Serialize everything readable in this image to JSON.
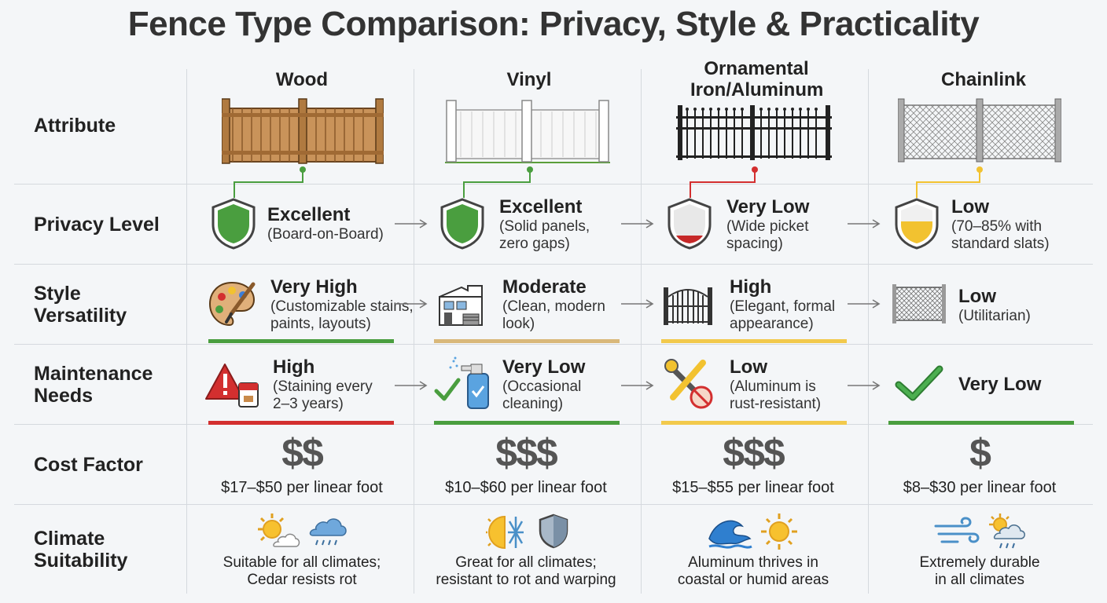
{
  "title": "Fence Type Comparison: Privacy, Style & Practicality",
  "columns": [
    {
      "name": "Wood",
      "fence_icon": "wood-fence-icon"
    },
    {
      "name": "Vinyl",
      "fence_icon": "vinyl-fence-icon"
    },
    {
      "name": "Ornamental Iron/Aluminum",
      "fence_icon": "iron-fence-icon"
    },
    {
      "name": "Chainlink",
      "fence_icon": "chainlink-fence-icon"
    }
  ],
  "rows": {
    "attribute": "Attribute",
    "privacy": "Privacy Level",
    "style": "Style Versatility",
    "maintenance": "Maintenance Needs",
    "cost": "Cost Factor",
    "climate": "Climate Suitability"
  },
  "privacy": [
    {
      "level": "Excellent",
      "detail": "(Board-on-Board)",
      "color": "#4a9e3f",
      "fill": 1.0
    },
    {
      "level": "Excellent",
      "detail": "(Solid panels,\nzero gaps)",
      "color": "#4a9e3f",
      "fill": 1.0
    },
    {
      "level": "Very Low",
      "detail": "(Wide picket\nspacing)",
      "color": "#d32f2f",
      "fill": 0.15
    },
    {
      "level": "Low",
      "detail": "(70–85% with\nstandard slats)",
      "color": "#f2c230",
      "fill": 0.6
    }
  ],
  "style": [
    {
      "level": "Very High",
      "detail": "(Customizable stains,\npaints, layouts)",
      "icon": "palette-icon",
      "bar_color": "#4a9e3f"
    },
    {
      "level": "Moderate",
      "detail": "(Clean, modern\nlook)",
      "icon": "modern-house-icon",
      "bar_color": "#d9b87a"
    },
    {
      "level": "High",
      "detail": "(Elegant, formal\nappearance)",
      "icon": "ornate-gate-icon",
      "bar_color": "#f2c94c"
    },
    {
      "level": "Low",
      "detail": "(Utilitarian)",
      "icon": "chainlink-panel-icon",
      "bar_color": ""
    }
  ],
  "maintenance": [
    {
      "level": "High",
      "detail": "(Staining every\n2–3 years)",
      "icon": "warning-paint-icon",
      "bar_color": "#d32f2f"
    },
    {
      "level": "Very Low",
      "detail": "(Occasional\ncleaning)",
      "icon": "spray-bottle-icon",
      "bar_color": "#4a9e3f"
    },
    {
      "level": "Low",
      "detail": "(Aluminum is\nrust-resistant)",
      "icon": "wrench-no-rust-icon",
      "bar_color": "#f2c94c"
    },
    {
      "level": "Very Low",
      "detail": "",
      "icon": "checkmark-icon",
      "bar_color": "#4a9e3f"
    }
  ],
  "cost": [
    {
      "symbol": "$$",
      "price": "$17–$50 per linear foot"
    },
    {
      "symbol": "$$$",
      "price": "$10–$60 per linear foot"
    },
    {
      "symbol": "$$$",
      "price": "$15–$55 per linear foot"
    },
    {
      "symbol": "$",
      "price": "$8–$30 per linear foot"
    }
  ],
  "climate": [
    {
      "text": "Suitable for all climates;\nCedar resists rot",
      "icons": [
        "sun-cloud-icon",
        "rain-cloud-icon"
      ]
    },
    {
      "text": "Great for all climates;\nresistant to rot and warping",
      "icons": [
        "sun-snow-icon",
        "shield-icon"
      ]
    },
    {
      "text": "Aluminum thrives in\ncoastal or humid areas",
      "icons": [
        "wave-icon",
        "sun-icon"
      ]
    },
    {
      "text": "Extremely durable\nin all climates",
      "icons": [
        "wind-icon",
        "sun-rain-cloud-icon"
      ]
    }
  ]
}
